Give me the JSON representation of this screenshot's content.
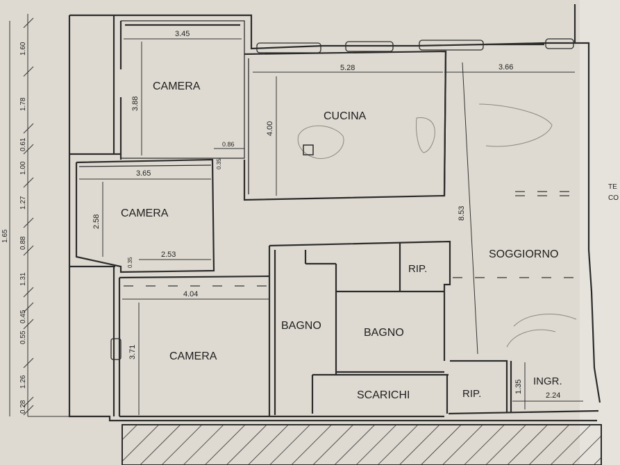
{
  "rooms": {
    "camera_top": "CAMERA",
    "camera_mid": "CAMERA",
    "camera_bottom": "CAMERA",
    "cucina": "CUCINA",
    "soggiorno": "SOGGIORNO",
    "bagno_left": "BAGNO",
    "bagno_right": "BAGNO",
    "rip_top": "RIP.",
    "rip_bottom": "RIP.",
    "scarichi": "SCARICHI",
    "ingr": "INGR."
  },
  "dimensions": {
    "camera_top_width": "3.45",
    "camera_top_depth": "3.88",
    "cucina_width": "5.28",
    "cucina_depth": "4.00",
    "soggiorno_width": "3.66",
    "soggiorno_depth": "8.53",
    "corridor_width": "0.86",
    "corridor_small": "0.35",
    "camera_mid_width": "3.65",
    "camera_mid_depth": "2.58",
    "camera_mid_inner": "2.53",
    "camera_mid_small": "0.35",
    "camera_bottom_width": "4.04",
    "camera_bottom_depth": "3.71",
    "ingr_width": "2.24",
    "ingr_depth": "1.35"
  },
  "left_scale": [
    "1.60",
    "1.78",
    "0.61",
    "1.00",
    "1.27",
    "0.88",
    "1.31",
    "0.45",
    "0.55",
    "1.26",
    "0.28"
  ],
  "right_margin_text": [
    "TE",
    "CO"
  ],
  "left_margin_text": "1.65"
}
